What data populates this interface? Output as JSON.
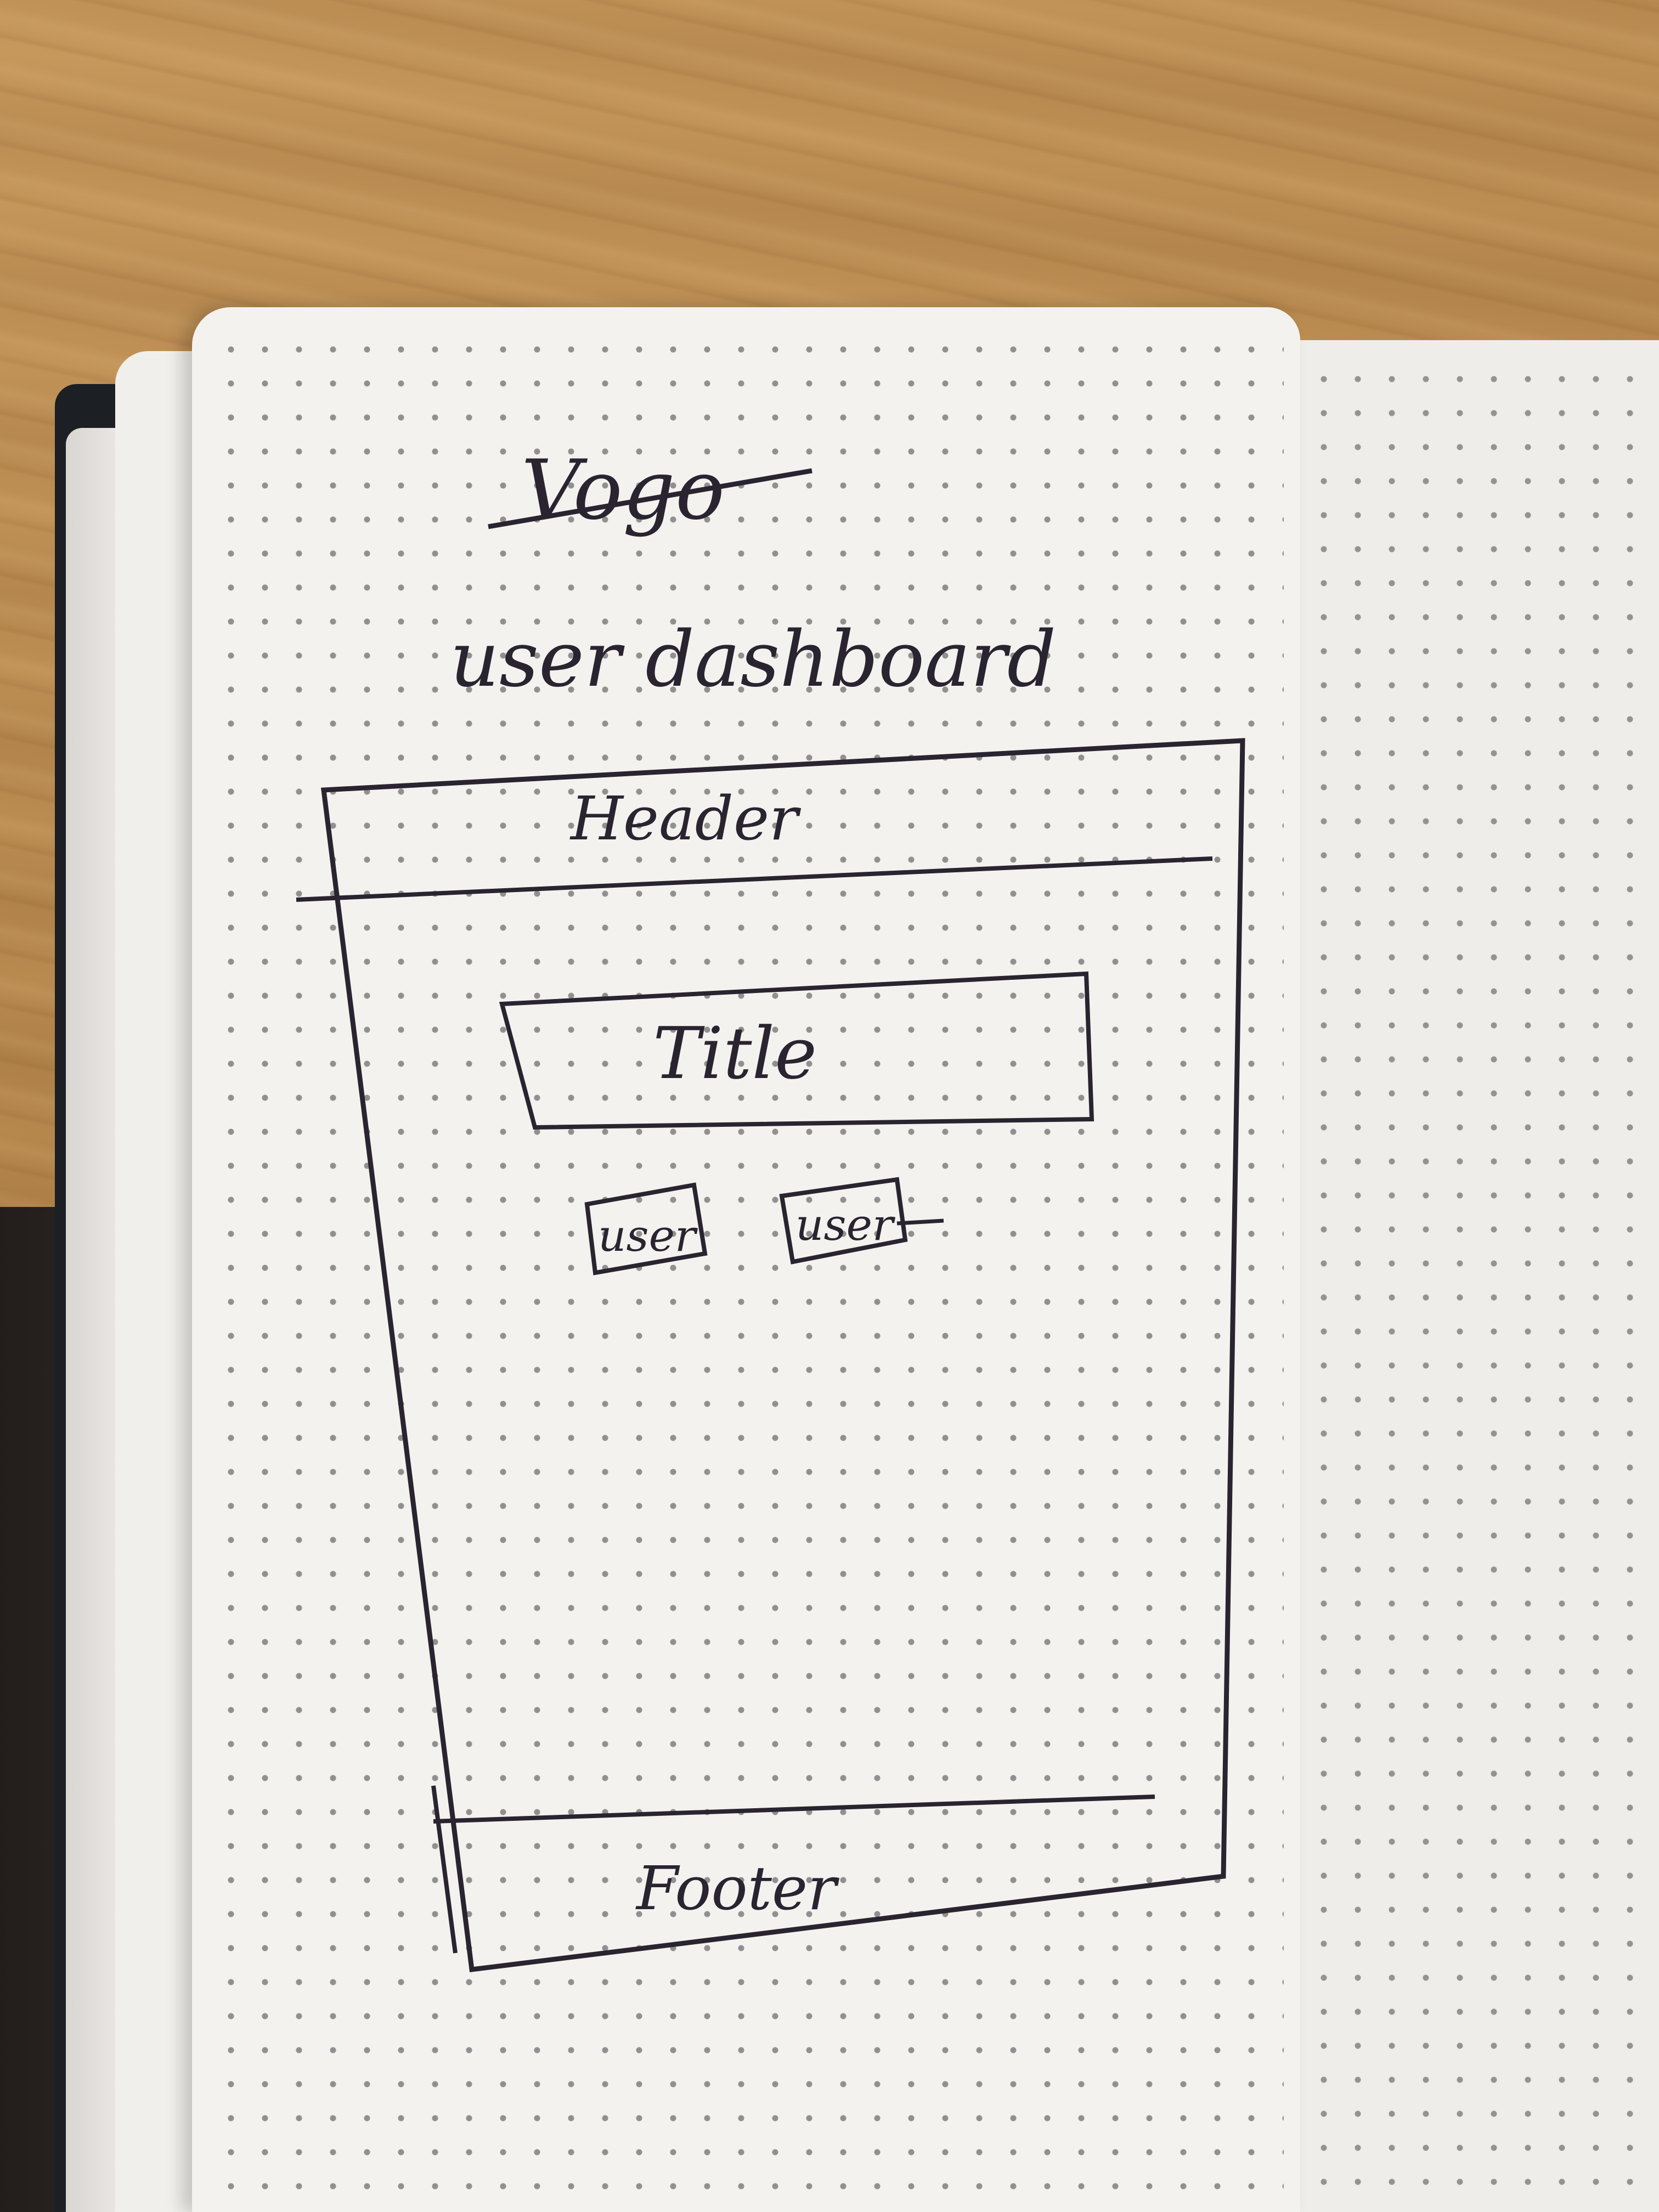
{
  "sketch": {
    "app_name": "Vogo",
    "screen_name": "user dashboard",
    "header_label": "Header",
    "title_label": "Title",
    "user_buttons": [
      "user",
      "user"
    ],
    "footer_label": "Footer"
  },
  "colors": {
    "ink": "#2a2430",
    "paper": "#f4f2ef",
    "table": "#b8894f",
    "dots": "#7f7f7f"
  }
}
